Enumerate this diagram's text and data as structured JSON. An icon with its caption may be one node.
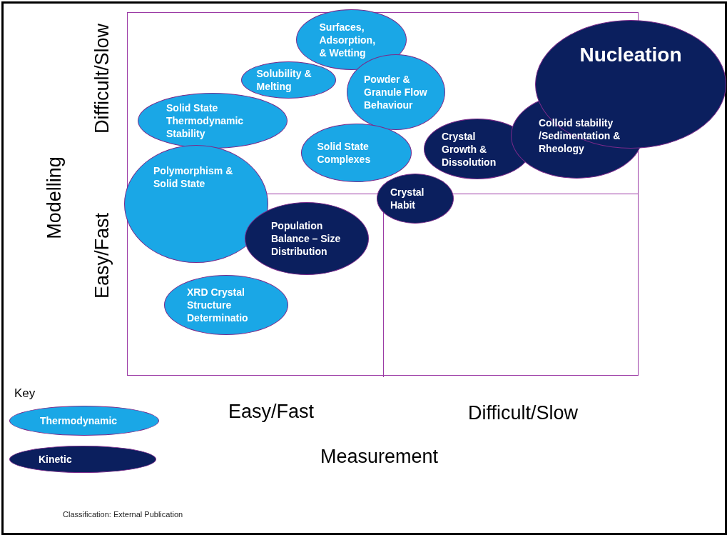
{
  "diagram": {
    "nodes": [
      {
        "text": [
          "Surfaces, Adsorption, & Wetting"
        ]
      },
      {
        "text": [
          "Nucleation"
        ]
      },
      {
        "text": [
          "Solubility & Melting"
        ]
      },
      {
        "text": [
          "Powder & Granule Flow Behaviour"
        ]
      },
      {
        "text": [
          "Solid State Thermodynamic Stability"
        ]
      },
      {
        "text": [
          "Solid State Complexes"
        ]
      },
      {
        "text": [
          "Crystal Growth & Dissolution"
        ]
      },
      {
        "text": [
          "Colloid stability /Sedimentation & Rheology"
        ]
      },
      {
        "text": [
          "Polymorphism & Solid State"
        ]
      },
      {
        "text": [
          "Crystal Habit"
        ]
      },
      {
        "text": [
          "Population Balance – Size Distribution"
        ]
      },
      {
        "text": [
          "XRD Crystal Structure Determinatio"
        ]
      }
    ],
    "labels": [
      "Difficult/Slow",
      "Modelling",
      "Easy/Fast",
      "Key",
      "Easy/Fast",
      "Difficult/Slow",
      "Measurement",
      "Classification: External Publication"
    ],
    "legend": [
      {
        "text": "Thermodynamic",
        "color": "#1aa7e6"
      },
      {
        "text": "Kinetic",
        "color": "#0b1f5e"
      }
    ]
  }
}
